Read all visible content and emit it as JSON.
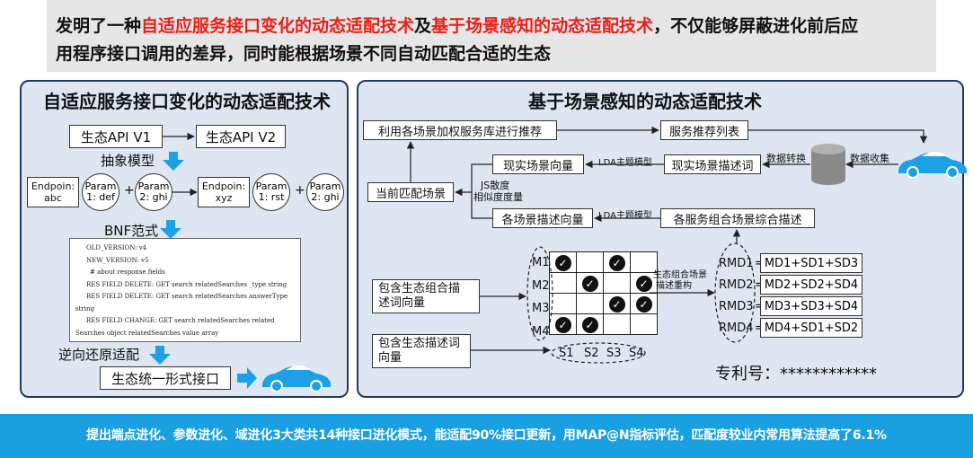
{
  "header": {
    "part1": "发明了一种",
    "red1": "自适应服务接口变化的动态适配技术",
    "part2": "及",
    "red2": "基于场景感知的动态适配技术",
    "part3": "，不仅能够屏蔽进化前后应",
    "line2": "用程序接口调用的差异，同时能根据场景不同自动匹配合适的生态"
  },
  "colors": {
    "accent_red": "#e8201a",
    "banner_blue": "#1aa0e0",
    "panel_fill": "#dde6f1",
    "panel_border": "#1f3a5f",
    "arrow_blue": "#1ca0e6"
  },
  "left": {
    "title": "自适应服务接口变化的动态适配技术",
    "api_v1": "生态API V1",
    "api_v2": "生态API V2",
    "abstract_model": "抽象模型",
    "endpoint1": [
      "Endpoin:",
      "abc"
    ],
    "param1": [
      "Param",
      "1: def"
    ],
    "param2": [
      "Param",
      "2: ghi"
    ],
    "endpoint2": [
      "Endpoin:",
      "xyz"
    ],
    "param3": [
      "Param",
      "1: rst"
    ],
    "param4": [
      "Param",
      "2: ghi"
    ],
    "plus": "+",
    "bnf": "BNF范式",
    "doc_lines": [
      "OLD_VERSION: v4",
      "NEW_VERSION: v5",
      "# about response fields",
      "RES FIELD DELETE: GET search relatedSearches _type string",
      "RES FIELD DELETE: GET search relatedSearches answerType",
      "string",
      "RES FIELD CHANGE: GET search relatedSearches related",
      "Searches object relatedSearches value array"
    ],
    "reverse": "逆向还原适配",
    "unified": "生态统一形式接口",
    "car_icon": "car-icon"
  },
  "right": {
    "title": "基于场景感知的动态适配技术",
    "recommend": "利用各场景加权服务库进行推荐",
    "service_list": "服务推荐列表",
    "real_vec": "现实场景向量",
    "lda1": "LDA主题模型",
    "real_desc": "现实场景描述词",
    "data_convert": "数据转换",
    "data_collect": "数据收集",
    "current": "当前匹配场景",
    "js1": "JS散度",
    "js2": "相似度度量",
    "each_vec": "各场景描述向量",
    "lda2": "LDA主题模型",
    "combo_desc": "各服务组合场景综合描述",
    "contain_combo": [
      "包含生态组合描",
      "述词向量"
    ],
    "contain_desc": [
      "包含生态描述词",
      "向量"
    ],
    "rebuild": [
      "生态组合场景",
      "描述重构"
    ],
    "m_labels": [
      "M1",
      "M2",
      "M3",
      "M4"
    ],
    "s_labels": [
      "S1",
      "S2",
      "S3",
      "S4"
    ],
    "rmd_labels": [
      "RMD1",
      "RMD2",
      "RMD3",
      "RMD4"
    ],
    "md_boxes": [
      "MD1+SD1+SD3",
      "MD2+SD2+SD4",
      "MD3+SD3+SD4",
      "MD4+SD1+SD2"
    ],
    "equals": "=",
    "patent": "专利号：************",
    "matrix": [
      [
        1,
        0,
        1,
        0
      ],
      [
        0,
        1,
        0,
        1
      ],
      [
        0,
        0,
        1,
        1
      ],
      [
        1,
        1,
        0,
        0
      ]
    ]
  },
  "footer": "提出端点进化、参数进化、域进化3大类共14种接口进化模式，能适配90%接口更新，用MAP@N指标评估，匹配度较业内常用算法提高了6.1%"
}
